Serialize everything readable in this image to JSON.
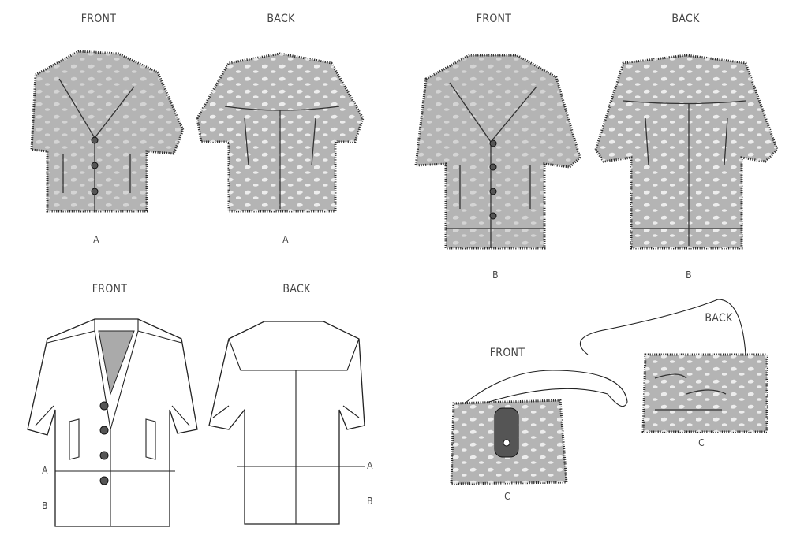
{
  "views": {
    "a_front": {
      "title": "FRONT",
      "label": "A"
    },
    "a_back": {
      "title": "BACK",
      "label": "A"
    },
    "b_front": {
      "title": "FRONT",
      "label": "B"
    },
    "b_back": {
      "title": "BACK",
      "label": "B"
    },
    "line_front": {
      "title": "FRONT",
      "line_a": "A",
      "line_b": "B"
    },
    "line_back": {
      "title": "BACK",
      "line_a": "A",
      "line_b": "B"
    },
    "c_front": {
      "title": "FRONT",
      "label": "C"
    },
    "c_back": {
      "title": "BACK",
      "label": "C"
    }
  },
  "colors": {
    "fur": "#b4b4b4",
    "outline": "#222222",
    "background": "#ffffff"
  }
}
